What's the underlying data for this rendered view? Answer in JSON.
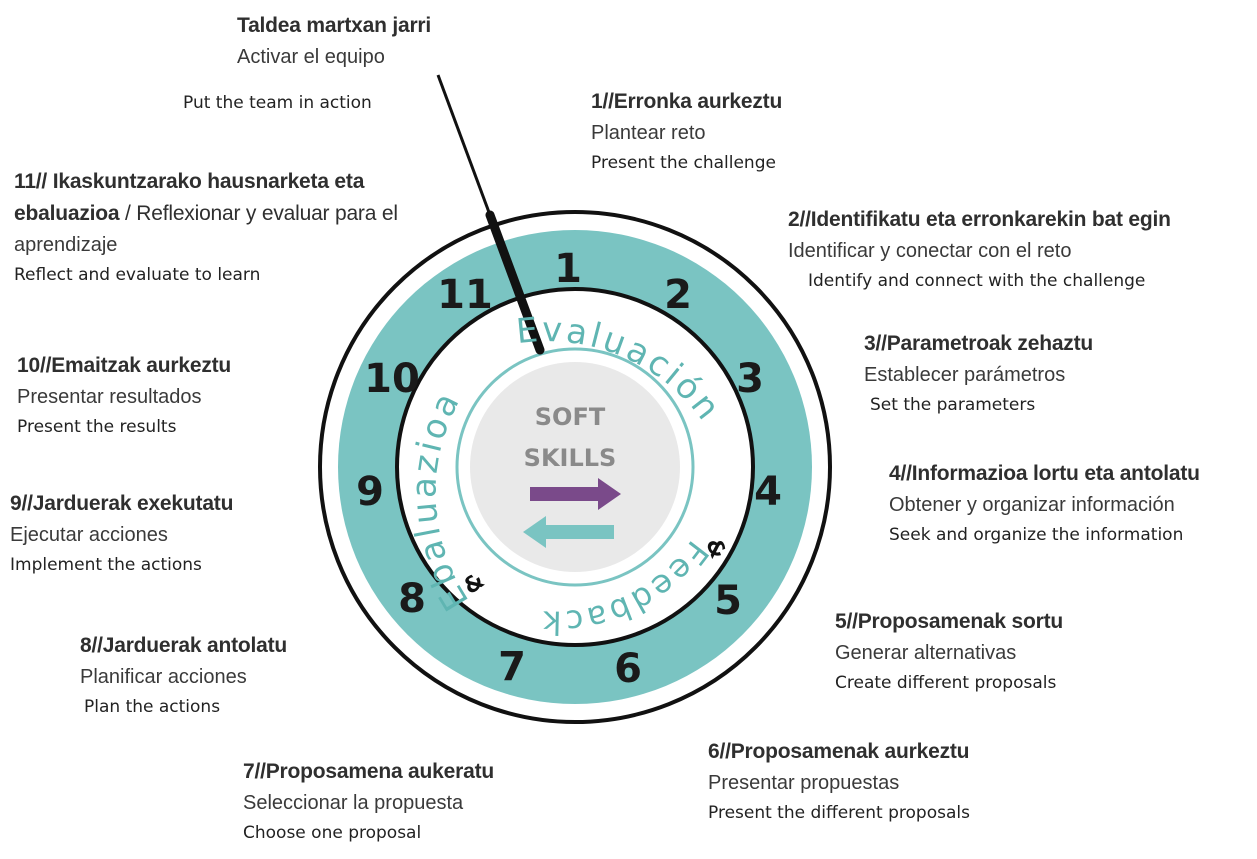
{
  "center": {
    "line1": "SOFT",
    "line2": "SKILLS"
  },
  "arc_top": "Evaluación",
  "arc_left": "Ebaluazioa",
  "arc_bottom": "Feedback",
  "ampersand": "&",
  "numbers": [
    "1",
    "2",
    "3",
    "4",
    "5",
    "6",
    "7",
    "8",
    "9",
    "10",
    "11"
  ],
  "steps": {
    "s0": {
      "t1": "Taldea martxan jarri",
      "t2": "Activar el equipo",
      "t3": "Put the team in action"
    },
    "s1": {
      "t1": "1//Erronka aurkeztu",
      "t2": "Plantear reto",
      "t3": "Present the challenge"
    },
    "s2": {
      "t1": "2//Identifikatu eta erronkarekin bat egin",
      "t2": "Identificar y conectar con el reto",
      "t3": "Identify and connect with the challenge"
    },
    "s3": {
      "t1": "3//Parametroak zehaztu",
      "t2": "Establecer parámetros",
      "t3": "Set the parameters"
    },
    "s4": {
      "t1": "4//Informazioa lortu eta antolatu",
      "t2": "Obtener y organizar información",
      "t3": "Seek and organize the information"
    },
    "s5": {
      "t1": "5//Proposamenak sortu",
      "t2": "Generar alternativas",
      "t3": "Create different proposals"
    },
    "s6": {
      "t1": "6//Proposamenak aurkeztu",
      "t2": "Presentar propuestas",
      "t3": "Present the different proposals"
    },
    "s7": {
      "t1": "7//Proposamena aukeratu",
      "t2": "Seleccionar la propuesta",
      "t3": "Choose one proposal"
    },
    "s8": {
      "t1": "8//Jarduerak antolatu",
      "t2": "Planificar acciones",
      "t3": "Plan the actions"
    },
    "s9": {
      "t1": "9//Jarduerak exekutatu",
      "t2": "Ejecutar acciones",
      "t3": "Implement the actions"
    },
    "s10": {
      "t1": "10//Emaitzak aurkeztu",
      "t2": "Presentar resultados",
      "t3": "Present the results"
    },
    "s11": {
      "t1a": "11// Ikaskuntzarako hausnarketa eta",
      "t1b": "ebaluazioa",
      "t1c": " / Reflexionar y evaluar para el",
      "t1d": "aprendizaje",
      "t3": "Reflect and evaluate to learn"
    }
  },
  "colors": {
    "teal": "#7ac4c2",
    "teal_text": "#5fb5b2",
    "purple": "#7a4a8a",
    "center_fill": "#e9e9e9",
    "ring_stroke": "#111111",
    "soft_skills_text": "#8a8a8a"
  }
}
